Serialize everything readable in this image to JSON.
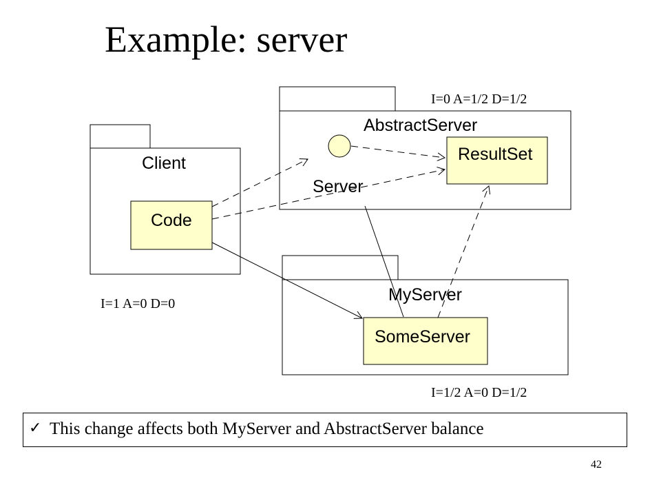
{
  "title": "Example: server",
  "packages": {
    "client": {
      "name": "Client",
      "metrics": "I=1 A=0 D=0"
    },
    "abstract_server": {
      "name": "AbstractServer",
      "metrics": "I=0 A=1/2 D=1/2"
    },
    "my_server": {
      "name": "MyServer",
      "metrics": "I=1/2 A=0 D=1/2"
    }
  },
  "classes": {
    "code": "Code",
    "result_set": "ResultSet",
    "server_interface": "Server",
    "some_server": "SomeServer"
  },
  "note": {
    "check": "✓",
    "text": "This change affects both MyServer and AbstractServer balance"
  },
  "page_number": "42",
  "colors": {
    "class_fill": "#ffffcc",
    "interface_fill": "#ffffcc",
    "line": "#000000"
  }
}
